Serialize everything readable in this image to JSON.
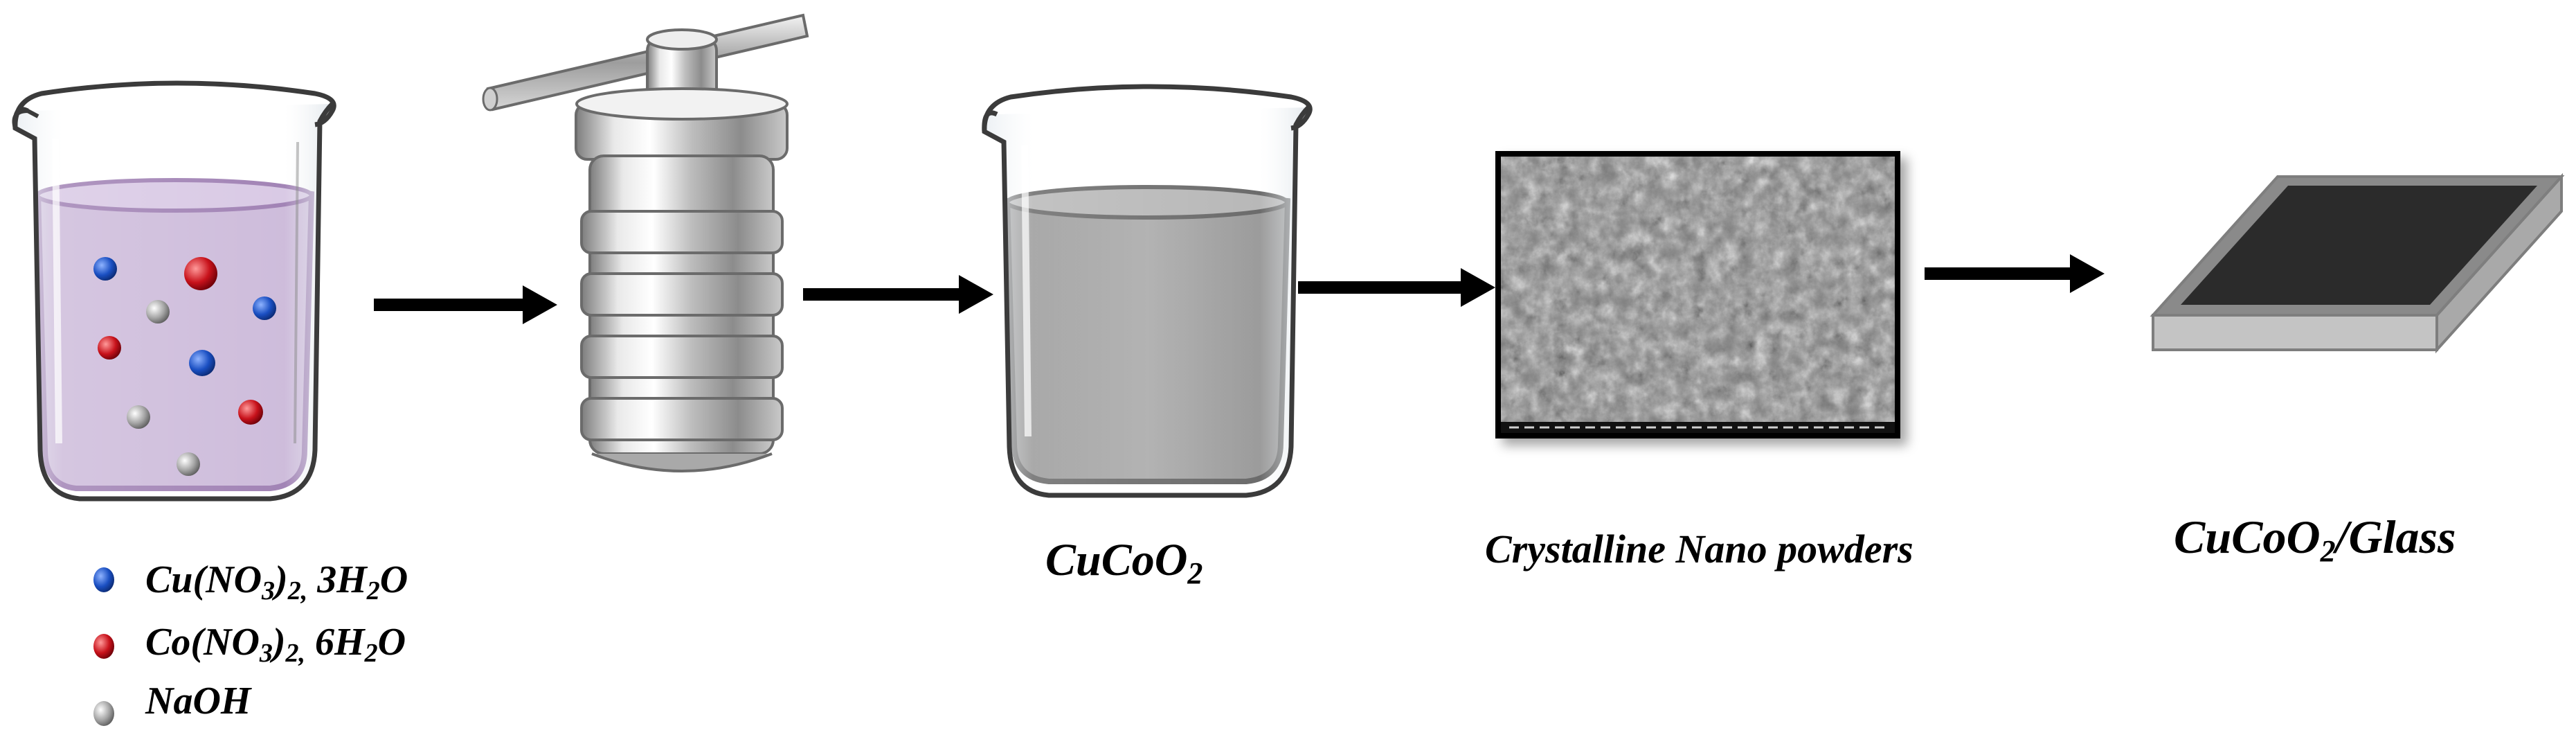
{
  "stages": {
    "beaker_product_label": "CuCoO",
    "beaker_product_sub": "2",
    "powder_label": "Crystalline Nano powders",
    "film_label_a": "CuCoO",
    "film_label_sub": "2",
    "film_label_b": "/Glass"
  },
  "legend": {
    "items": [
      {
        "name": "Cu(NO",
        "sub1": "3",
        "mid": ")",
        "sub2": "2,",
        "tail": " 3H",
        "sub3": "2",
        "end": "O",
        "color": "#1a4fc2"
      },
      {
        "name": "Co(NO",
        "sub1": "3",
        "mid": ")",
        "sub2": "2,",
        "tail": " 6H",
        "sub3": "2",
        "end": "O",
        "color": "#c8121b"
      },
      {
        "name": "NaOH",
        "color": "#9a9a9a"
      }
    ]
  },
  "colors": {
    "solution": "#b9a0cc",
    "solution_edge": "#7a4f96",
    "product_liquid": "#7d7d7d",
    "film_top": "#2b2b2b",
    "film_side": "#c4c4c4",
    "arrow": "#000000"
  }
}
